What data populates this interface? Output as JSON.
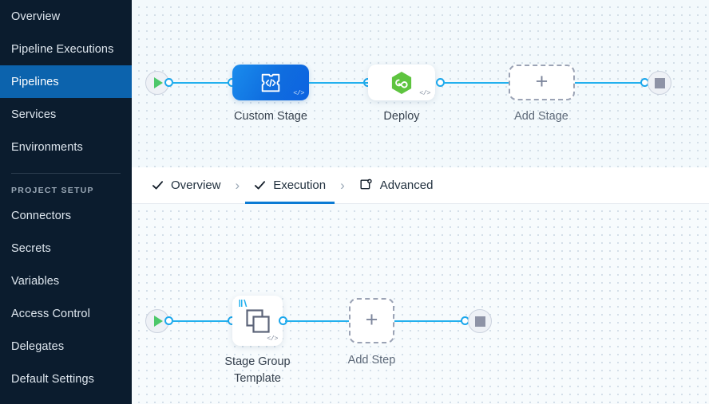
{
  "sidebar": {
    "items": [
      {
        "label": "Overview",
        "name": "sidebar-item-overview",
        "active": false
      },
      {
        "label": "Pipeline Executions",
        "name": "sidebar-item-pipeline-executions",
        "active": false
      },
      {
        "label": "Pipelines",
        "name": "sidebar-item-pipelines",
        "active": true
      },
      {
        "label": "Services",
        "name": "sidebar-item-services",
        "active": false
      },
      {
        "label": "Environments",
        "name": "sidebar-item-environments",
        "active": false
      }
    ],
    "section_label": "PROJECT SETUP",
    "setup_items": [
      {
        "label": "Connectors",
        "name": "sidebar-item-connectors"
      },
      {
        "label": "Secrets",
        "name": "sidebar-item-secrets"
      },
      {
        "label": "Variables",
        "name": "sidebar-item-variables"
      },
      {
        "label": "Access Control",
        "name": "sidebar-item-access-control"
      },
      {
        "label": "Delegates",
        "name": "sidebar-item-delegates"
      },
      {
        "label": "Default Settings",
        "name": "sidebar-item-default-settings"
      }
    ],
    "colors": {
      "background": "#0b1c2e",
      "active": "#0c63ad",
      "text": "#dfe7ef"
    }
  },
  "tabs": {
    "items": [
      {
        "label": "Overview",
        "icon": "check-icon",
        "selected": false
      },
      {
        "label": "Execution",
        "icon": "check-icon",
        "selected": true
      },
      {
        "label": "Advanced",
        "icon": "advanced-settings-icon",
        "selected": false
      }
    ],
    "separator": "›",
    "accent": "#0c7bd4"
  },
  "stage_canvas": {
    "start_node": "start-node",
    "end_node": "end-node",
    "nodes": [
      {
        "label": "Custom Stage",
        "icon": "custom-stage-code-icon",
        "badge": "</>",
        "type": "custom"
      },
      {
        "label": "Deploy",
        "icon": "harness-deploy-hexagon-icon",
        "badge": "</>",
        "type": "deploy"
      },
      {
        "label": "Add Stage",
        "icon": "plus-icon",
        "type": "add"
      }
    ]
  },
  "step_canvas": {
    "start_node": "start-node",
    "end_node": "end-node",
    "nodes": [
      {
        "label": "Stage Group\nTemplate",
        "icon": "stacked-squares-template-icon",
        "badge": "</>",
        "type": "template"
      },
      {
        "label": "Add Step",
        "icon": "plus-icon",
        "type": "add"
      }
    ]
  },
  "colors": {
    "edge": "#23b0ee",
    "port": "#1ba7ec",
    "canvas_top": "#f3f9fc",
    "canvas_bottom": "#f7fbfd",
    "stage_blue_from": "#1a8ced",
    "stage_blue_to": "#0e63e0",
    "deploy_green": "#5ec43f",
    "dash_border": "#9ba3b5"
  }
}
